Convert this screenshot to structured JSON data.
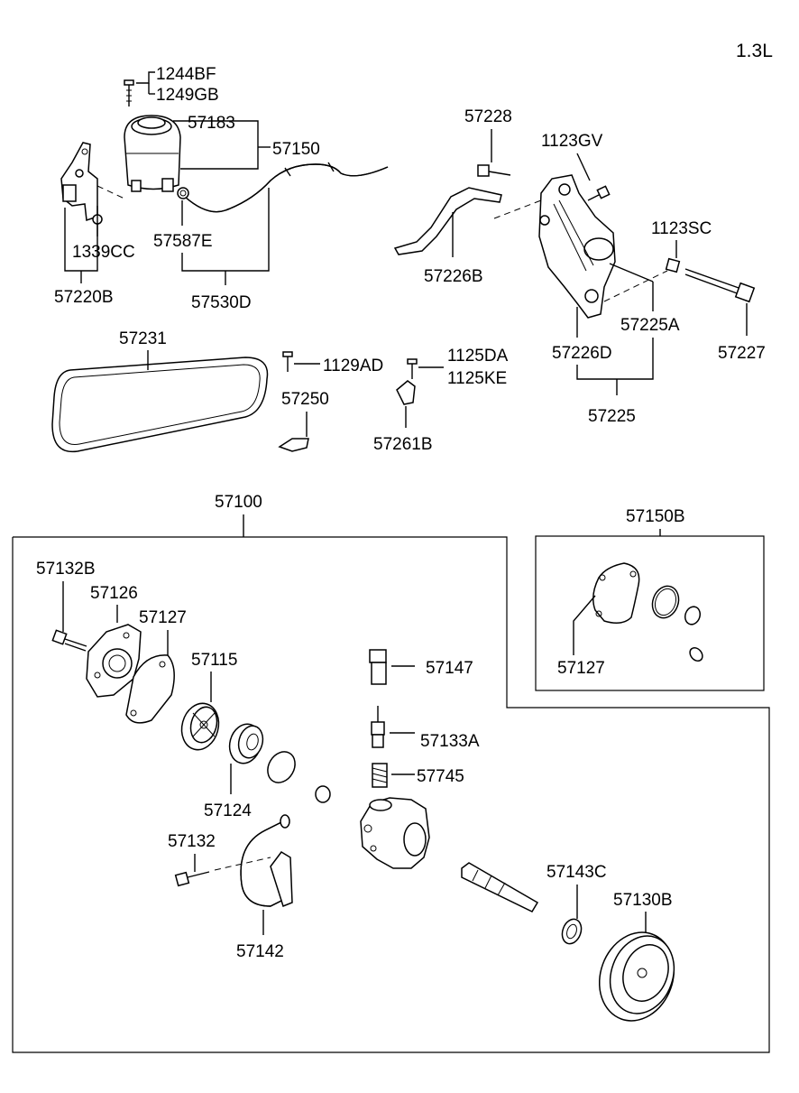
{
  "engine_label": "1.3L",
  "parts": {
    "p1244BF": "1244BF",
    "p1249GB": "1249GB",
    "p57183": "57183",
    "p57150": "57150",
    "p57587E": "57587E",
    "p1339CC": "1339CC",
    "p57220B": "57220B",
    "p57530D": "57530D",
    "p57228": "57228",
    "p1123GV": "1123GV",
    "p57226B": "57226B",
    "p1123SC": "1123SC",
    "p57225A": "57225A",
    "p57226D": "57226D",
    "p57227": "57227",
    "p57225": "57225",
    "p57231": "57231",
    "p1129AD": "1129AD",
    "p57250": "57250",
    "p1125DA": "1125DA",
    "p1125KE": "1125KE",
    "p57261B": "57261B",
    "p57100": "57100",
    "p57150B": "57150B",
    "p57132B": "57132B",
    "p57126": "57126",
    "p57127": "57127",
    "p57115": "57115",
    "p57147": "57147",
    "p57127_kit": "57127",
    "p57133A": "57133A",
    "p57745": "57745",
    "p57124": "57124",
    "p57132": "57132",
    "p57143C": "57143C",
    "p57130B": "57130B",
    "p57142": "57142"
  }
}
